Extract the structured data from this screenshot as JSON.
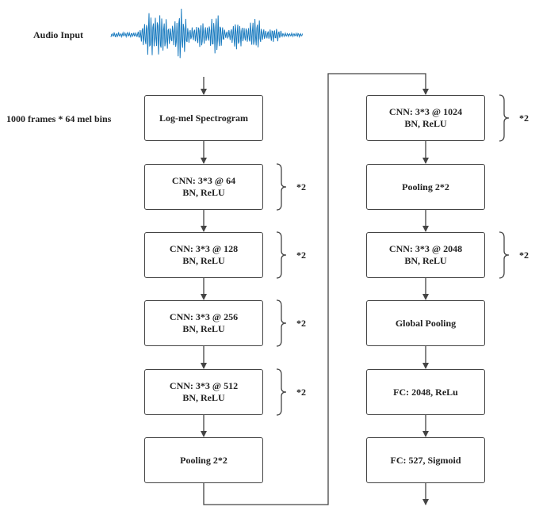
{
  "labels": {
    "audio_input": "Audio Input",
    "frames": "1000 frames * 64 mel bins"
  },
  "left_column": [
    {
      "line1": "Log-mel Spectrogram",
      "line2": ""
    },
    {
      "line1": "CNN: 3*3 @ 64",
      "line2": "BN, ReLU"
    },
    {
      "line1": "CNN: 3*3 @ 128",
      "line2": "BN, ReLU"
    },
    {
      "line1": "CNN: 3*3 @ 256",
      "line2": "BN, ReLU"
    },
    {
      "line1": "CNN: 3*3 @ 512",
      "line2": "BN, ReLU"
    },
    {
      "line1": "Pooling 2*2",
      "line2": ""
    }
  ],
  "right_column": [
    {
      "line1": "CNN: 3*3 @ 1024",
      "line2": "BN, ReLU"
    },
    {
      "line1": "Pooling 2*2",
      "line2": ""
    },
    {
      "line1": "CNN: 3*3 @ 2048",
      "line2": "BN, ReLU"
    },
    {
      "line1": "Global Pooling",
      "line2": ""
    },
    {
      "line1": "FC: 2048, ReLu",
      "line2": ""
    },
    {
      "line1": "FC: 527, Sigmoid",
      "line2": ""
    }
  ],
  "repeat_markers": {
    "l1": "*2",
    "l2": "*2",
    "l3": "*2",
    "l4": "*2",
    "r0": "*2",
    "r2": "*2"
  },
  "colors": {
    "waveform": "#1a7bbf",
    "line": "#444444"
  }
}
